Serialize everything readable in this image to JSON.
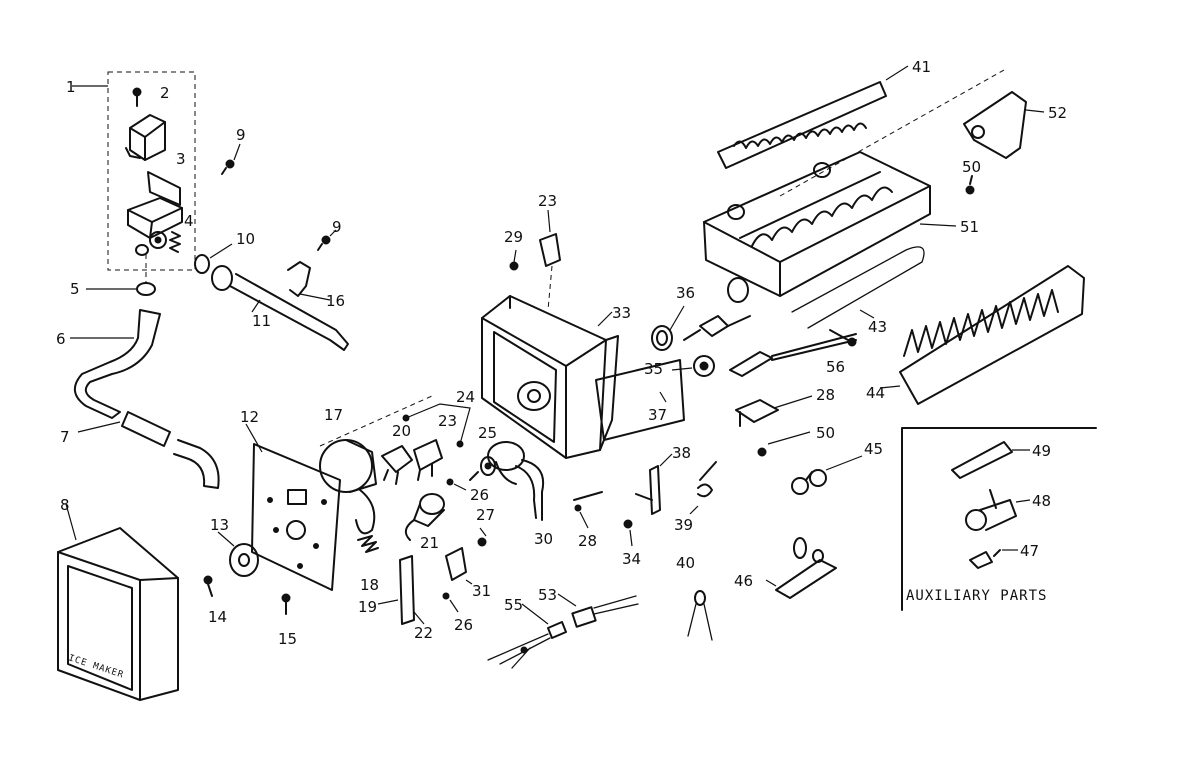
{
  "labels": {
    "p1": "1",
    "p2": "2",
    "p3": "3",
    "p4": "4",
    "p5": "5",
    "p6": "6",
    "p7": "7",
    "p8": "8",
    "p9a": "9",
    "p9b": "9",
    "p10": "10",
    "p11": "11",
    "p12": "12",
    "p13": "13",
    "p14": "14",
    "p15": "15",
    "p16": "16",
    "p17": "17",
    "p18": "18",
    "p19": "19",
    "p20": "20",
    "p21": "21",
    "p22": "22",
    "p23a": "23",
    "p23b": "23",
    "p24": "24",
    "p25": "25",
    "p26a": "26",
    "p26b": "26",
    "p27": "27",
    "p28a": "28",
    "p28b": "28",
    "p29": "29",
    "p30": "30",
    "p31": "31",
    "p33": "33",
    "p34": "34",
    "p35": "35",
    "p36": "36",
    "p37": "37",
    "p38": "38",
    "p39": "39",
    "p40": "40",
    "p41": "41",
    "p43": "43",
    "p44": "44",
    "p45": "45",
    "p46": "46",
    "p47": "47",
    "p48": "48",
    "p49": "49",
    "p50a": "50",
    "p50b": "50",
    "p51": "51",
    "p52": "52",
    "p53": "53",
    "p55": "55",
    "p56": "56"
  },
  "auxiliary_title": "AUXILIARY PARTS",
  "box_text": "ICE MAKER"
}
